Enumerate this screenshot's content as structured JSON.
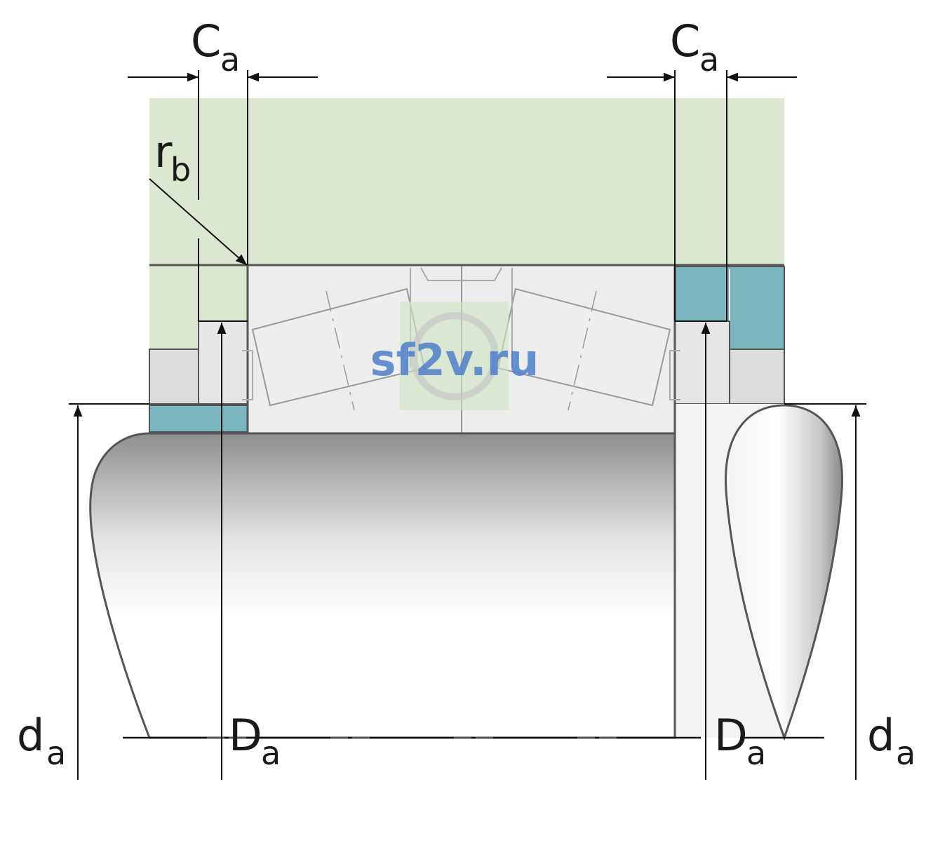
{
  "labels": {
    "ca_left": {
      "main": "C",
      "sub": "a"
    },
    "ca_right": {
      "main": "C",
      "sub": "a"
    },
    "rb": {
      "main": "r",
      "sub": "b"
    },
    "da_left": {
      "main": "d",
      "sub": "a"
    },
    "Da_left": {
      "main": "D",
      "sub": "a"
    },
    "Da_right": {
      "main": "D",
      "sub": "a"
    },
    "da_right": {
      "main": "d",
      "sub": "a"
    }
  },
  "watermark": "sf2v.ru",
  "colors": {
    "housing": "#dbe7d0",
    "spacer": "#7ab7bf",
    "bearing": "#ececec",
    "ring": "#dcdcdc",
    "line": "#555555",
    "dimension": "#111111",
    "watermark": "#4f7fc9"
  }
}
